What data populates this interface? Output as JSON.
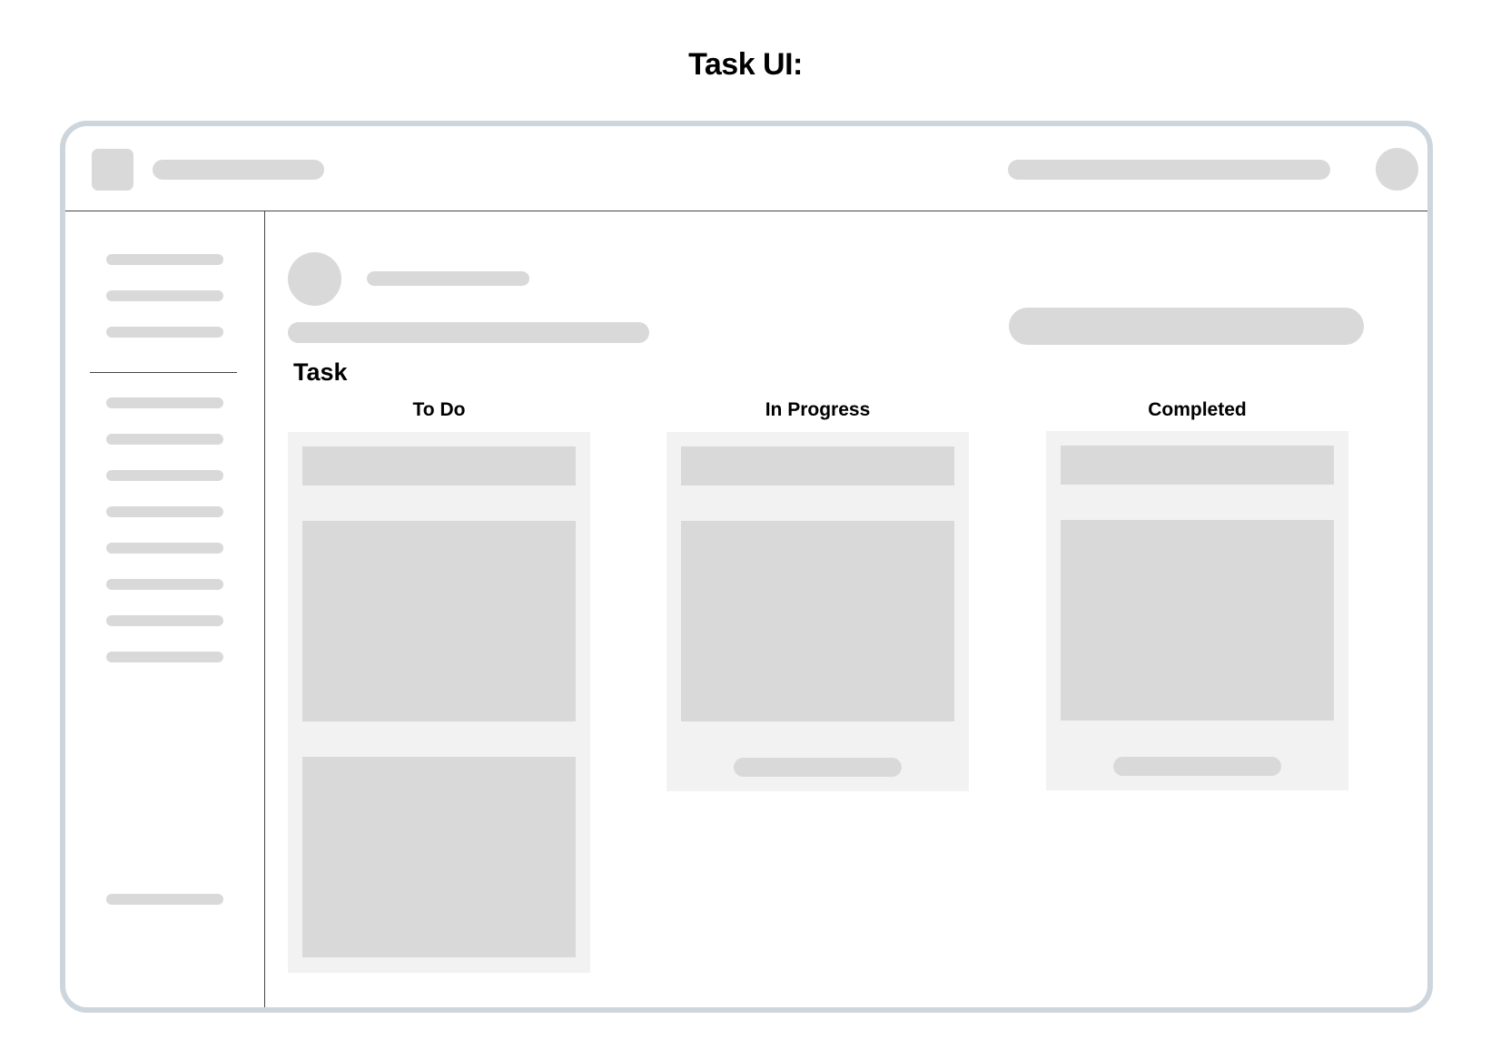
{
  "page": {
    "title": "Task UI:"
  },
  "main": {
    "section_title": "Task",
    "columns": [
      {
        "title": "To Do"
      },
      {
        "title": "In Progress"
      },
      {
        "title": "Completed"
      }
    ]
  },
  "colors": {
    "frame_border": "#cdd6dd",
    "placeholder": "#d9d9d9",
    "column_background": "#f2f2f2",
    "divider": "#444444"
  }
}
